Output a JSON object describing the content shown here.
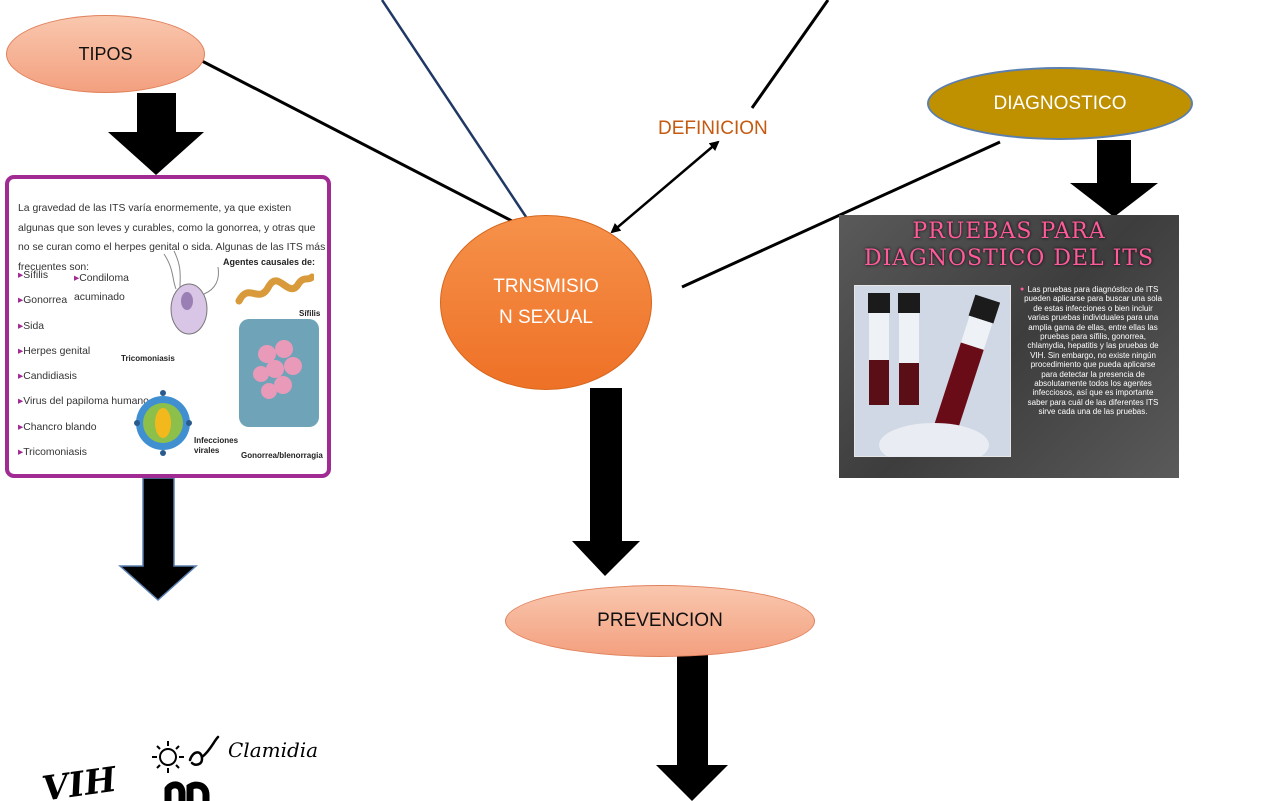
{
  "nodes": {
    "tipos": "TIPOS",
    "diagnostico": "DIAGNOSTICO",
    "definicion": "DEFINICION",
    "transmision_line1": "TRNSMISIO",
    "transmision_line2": "N SEXUAL",
    "prevencion": "PREVENCION"
  },
  "tipos_card": {
    "intro": "La gravedad de las ITS varía enormemente, ya que existen algunas que son leves y curables, como la gonorrea, y otras que no se curan como el herpes genital o sida. Algunas de las ITS más frecuentes son:",
    "agents_heading": "Agentes causales de:",
    "list": [
      "Sífilis",
      "Gonorrea",
      "Sida",
      "Herpes genital",
      "Candidiasis",
      "Virus del papiloma humano",
      "Chancro blando",
      "Tricomoniasis"
    ],
    "list_col2": "Condiloma acuminado",
    "captions": {
      "tricomoniasis": "Tricomoniasis",
      "sifilis": "Sífilis",
      "infecciones": "Infecciones virales",
      "gonorrea": "Gonorrea/blenorragia"
    }
  },
  "diag_slide": {
    "title_line1": "PRUEBAS PARA",
    "title_line2": "DIAGNOSTICO DEL ITS",
    "body": "Las pruebas para diagnóstico de ITS pueden aplicarse para buscar una sola de estas infecciones o bien incluir varias pruebas individuales para una amplia gama de ellas, entre ellas las pruebas para sífilis, gonorrea, chlamydia, hepatitis y las pruebas de VIH. Sin embargo, no existe ningún procedimiento que pueda aplicarse para detectar la presencia de absolutamente todos los agentes infecciosos, así que es importante saber para cuál de las diferentes ITS sirve cada una de las pruebas."
  },
  "logo": {
    "clamidia": "Clamidia",
    "vih": "VIH"
  },
  "colors": {
    "light_orange": "#f4b183",
    "orange": "#ed7d31",
    "gold": "#bf9000",
    "magenta": "#a02b93",
    "definicion_text": "#c55a11",
    "navy_line": "#1f3864"
  }
}
